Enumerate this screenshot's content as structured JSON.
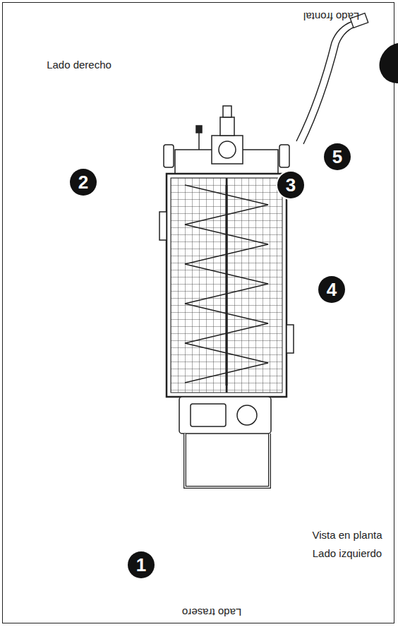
{
  "diagram": {
    "labels": [
      "Lado frontal",
      "Lado derecho",
      "5",
      "3",
      "2",
      "4",
      "Vista en planta",
      "Lado izquierdo",
      "1",
      "Lado trasero"
    ]
  }
}
